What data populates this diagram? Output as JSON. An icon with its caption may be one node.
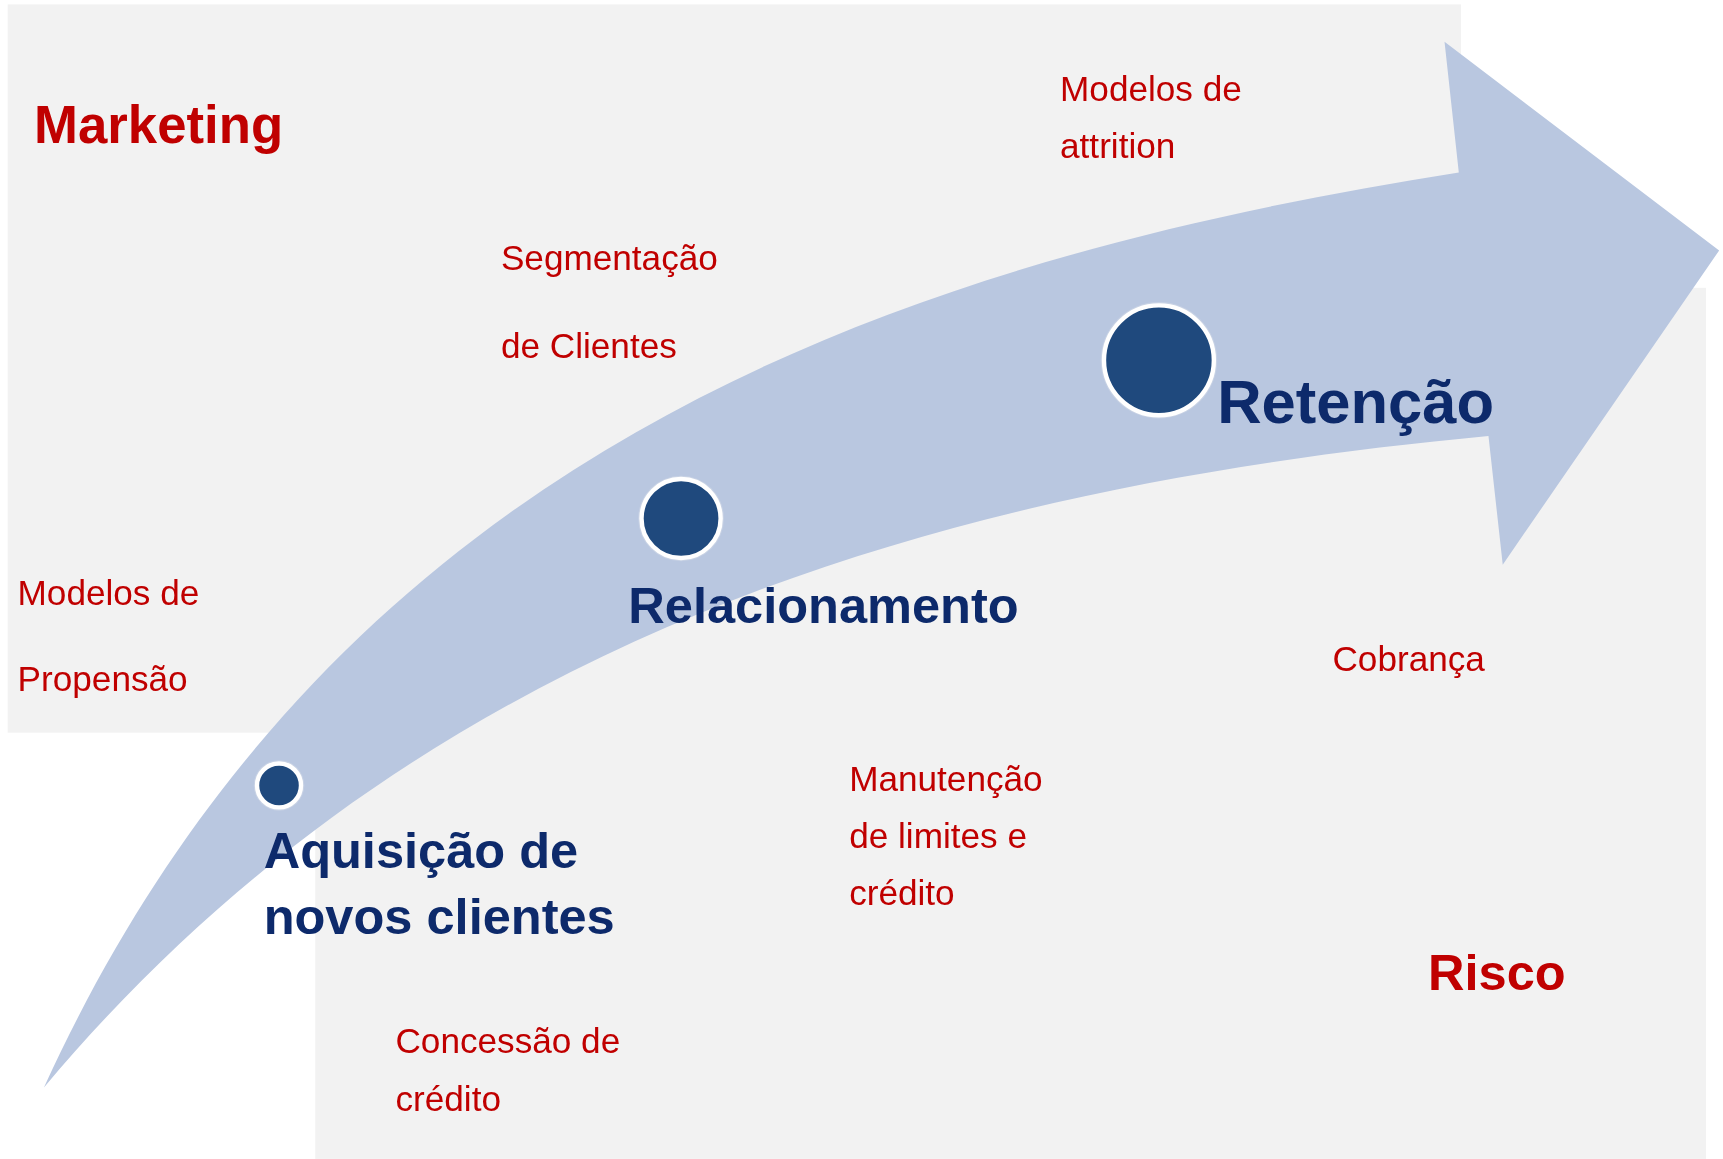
{
  "diagram": {
    "nodes": [
      {
        "text": [
          "Marketing"
        ]
      },
      {
        "text": [
          "Risco"
        ]
      },
      {
        "text": [],
        "shape": "circle",
        "beside": [
          "Aquisição de novos clientes"
        ]
      },
      {
        "text": [],
        "shape": "circle",
        "beside": [
          "Relacionamento"
        ]
      },
      {
        "text": [],
        "shape": "circle",
        "beside": [
          "Retenção"
        ]
      }
    ],
    "edges": [],
    "labels": [
      "Modelos de attrition",
      "Segmentação de Clientes",
      "Modelos de Propensão",
      "Cobrança",
      "Manutenção de limites e crédito",
      "Concessão de crédito"
    ]
  }
}
